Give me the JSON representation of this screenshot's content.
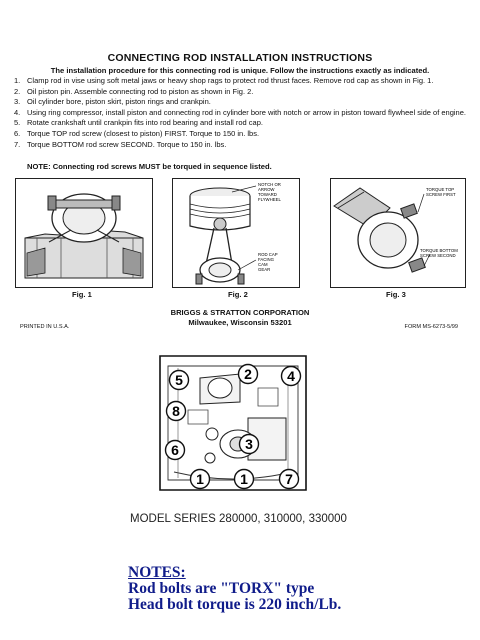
{
  "document": {
    "title": "CONNECTING ROD INSTALLATION INSTRUCTIONS",
    "intro": "The installation procedure for this connecting rod is unique. Follow the instructions exactly as indicated.",
    "steps": [
      {
        "num": "1.",
        "text": "Clamp rod in vise using soft metal jaws or heavy shop rags to protect rod thrust faces. Remove rod cap as shown in Fig. 1."
      },
      {
        "num": "2.",
        "text": "Oil piston pin. Assemble connecting rod to piston as shown in Fig. 2."
      },
      {
        "num": "3.",
        "text": "Oil cylinder bore, piston skirt, piston rings and crankpin."
      },
      {
        "num": "4.",
        "text": "Using ring compressor, install piston and connecting rod in cylinder bore with notch or arrow in piston toward flywheel side of engine."
      },
      {
        "num": "5.",
        "text": "Rotate crankshaft until crankpin fits into rod bearing and install rod cap."
      },
      {
        "num": "6.",
        "text": "Torque TOP rod screw (closest to piston) FIRST. Torque to 150 in. lbs."
      },
      {
        "num": "7.",
        "text": "Torque BOTTOM rod screw SECOND. Torque to 150 in. lbs."
      }
    ],
    "note": "NOTE: Connecting rod screws MUST be torqued in sequence listed.",
    "figures": [
      {
        "caption": "Fig. 1"
      },
      {
        "caption": "Fig. 2",
        "callouts": [
          "NOTCH OR",
          "ARROW",
          "TOWARD",
          "FLYWHEEL",
          "ROD CAP",
          "FACING",
          "CAM",
          "GEAR"
        ]
      },
      {
        "caption": "Fig. 3",
        "callouts": [
          "TORQUE TOP",
          "SCREW FIRST",
          "TORQUE BOTTOM",
          "SCREW SECOND"
        ]
      }
    ],
    "corporation": "BRIGGS & STRATTON CORPORATION",
    "address": "Milwaukee, Wisconsin 53201",
    "printed": "PRINTED IN U.S.A.",
    "form": "FORM MS-6273-5/99"
  },
  "bolt_diagram": {
    "labels": [
      "5",
      "2",
      "4",
      "8",
      "6",
      "3",
      "1",
      "7"
    ]
  },
  "model": "MODEL SERIES 280000, 310000, 330000",
  "notes": {
    "heading": "NOTES:",
    "line1": "Rod bolts are \"TORX\" type",
    "line2": "Head bolt torque is 220 inch/Lb.",
    "color": "#101c8a"
  }
}
